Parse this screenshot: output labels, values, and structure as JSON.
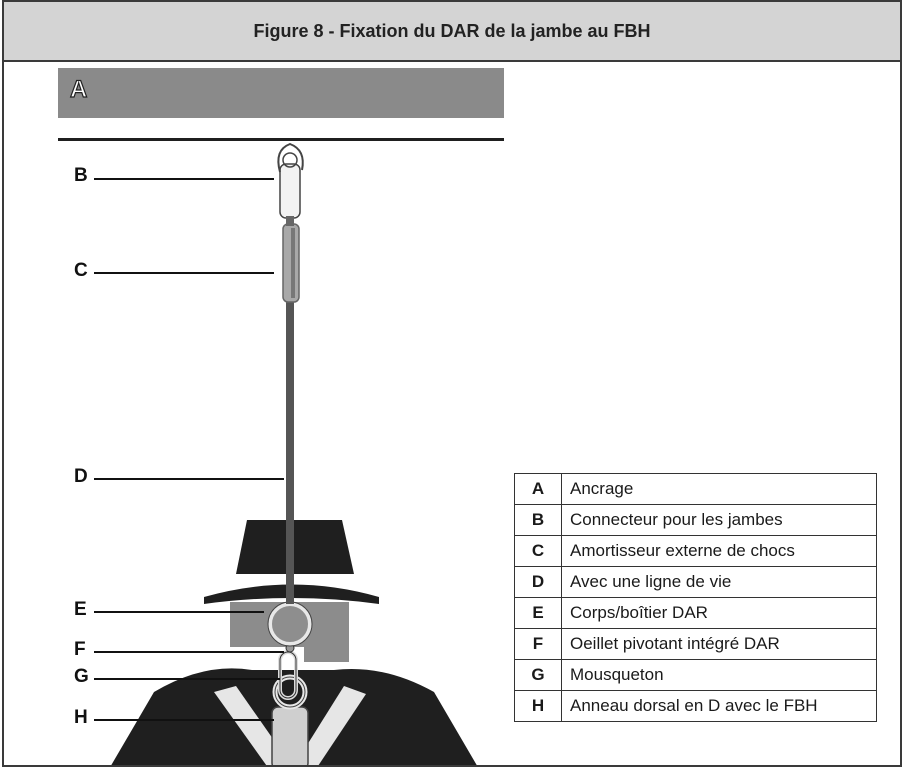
{
  "figure": {
    "title": "Figure 8 - Fixation du DAR de la jambe au FBH"
  },
  "anchor": {
    "letter": "A"
  },
  "callouts": [
    "B",
    "C",
    "D",
    "E",
    "F",
    "G",
    "H"
  ],
  "legend": [
    {
      "key": "A",
      "text": "Ancrage"
    },
    {
      "key": "B",
      "text": "Connecteur pour les jambes"
    },
    {
      "key": "C",
      "text": "Amortisseur externe de chocs"
    },
    {
      "key": "D",
      "text": "Avec une ligne de vie"
    },
    {
      "key": "E",
      "text": "Corps/boîtier DAR"
    },
    {
      "key": "F",
      "text": "Oeillet pivotant intégré DAR"
    },
    {
      "key": "G",
      "text": "Mousqueton"
    },
    {
      "key": "H",
      "text": "Anneau dorsal en D avec le FBH"
    }
  ],
  "colors": {
    "title_bg": "#d4d4d4",
    "anchor_bg": "#8a8a8a",
    "silhouette": "#1f1f1f",
    "shadow": "#8c8c8c",
    "lifeline": "#555555"
  }
}
